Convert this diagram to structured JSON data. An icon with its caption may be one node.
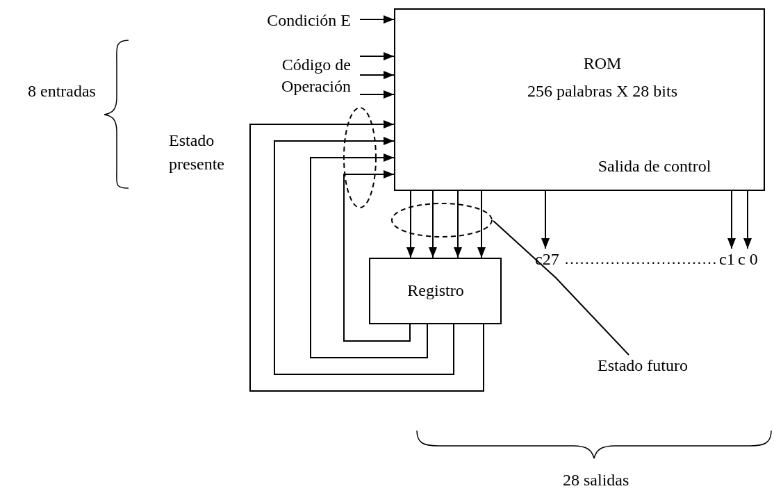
{
  "diagram": {
    "nodes": [
      {
        "text": [
          "Condición E"
        ]
      },
      {
        "text": [
          "ROM",
          "256 palabras X 28 bits",
          "Salida de control"
        ]
      },
      {
        "text": [
          "Código de Operación"
        ]
      },
      {
        "text": [
          "c27"
        ]
      },
      {
        "text": [
          "c1"
        ]
      },
      {
        "text": [
          "c 0"
        ]
      },
      {
        "text": [
          "Registro"
        ]
      },
      {
        "text": [
          "Estado futuro"
        ]
      }
    ],
    "edges": [
      {
        "from": 0,
        "to": 1,
        "arrow": "to"
      },
      {
        "from": 2,
        "to": 1,
        "arrow": "to"
      },
      {
        "from": 2,
        "to": 1,
        "arrow": "to"
      },
      {
        "from": 2,
        "to": 1,
        "arrow": "to"
      },
      {
        "from": 6,
        "to": 1,
        "arrow": "to"
      },
      {
        "from": 6,
        "to": 1,
        "arrow": "to"
      },
      {
        "from": 6,
        "to": 1,
        "arrow": "to"
      },
      {
        "from": 6,
        "to": 1,
        "arrow": "to"
      },
      {
        "from": 1,
        "to": 6,
        "arrow": "to"
      },
      {
        "from": 1,
        "to": 6,
        "arrow": "to"
      },
      {
        "from": 1,
        "to": 6,
        "arrow": "to"
      },
      {
        "from": 1,
        "to": 6,
        "arrow": "to"
      },
      {
        "from": 1,
        "to": 3,
        "arrow": "to"
      },
      {
        "from": 1,
        "to": 4,
        "arrow": "to"
      },
      {
        "from": 1,
        "to": 5,
        "arrow": "to"
      },
      {
        "from": 7,
        "to": null,
        "arrow": "none"
      }
    ],
    "labels": [
      "8 entradas",
      "Estado presente",
      "…………………………",
      "28 salidas"
    ]
  }
}
